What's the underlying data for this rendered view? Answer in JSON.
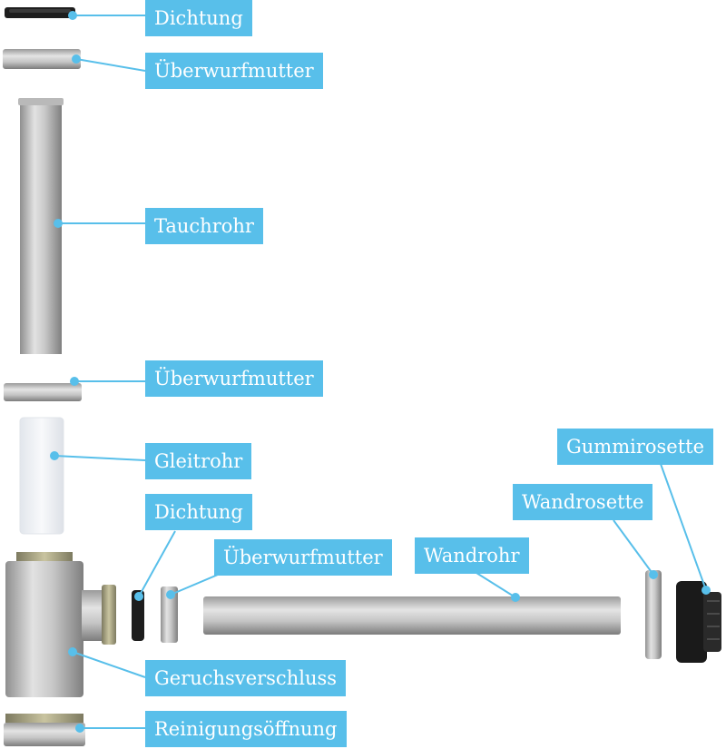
{
  "colors": {
    "label_bg": "#58bfea",
    "label_text": "#ffffff",
    "leader_line": "#58bfea",
    "metal_light": "#d2d2d2",
    "metal_dark": "#8a8a8a",
    "gasket": "#1d1d1d",
    "plastic": "#f2f4f7",
    "thread": "#a8a27d"
  },
  "labels": {
    "dichtung_top": "Dichtung",
    "ueberwurfmutter_top": "Überwurfmutter",
    "tauchrohr": "Tauchrohr",
    "ueberwurfmutter_mid": "Überwurfmutter",
    "gleitrohr": "Gleitrohr",
    "dichtung_mid": "Dichtung",
    "ueberwurfmutter_side": "Überwurfmutter",
    "wandrohr": "Wandrohr",
    "wandrosette": "Wandrosette",
    "gummirosette": "Gummirosette",
    "geruchsverschluss": "Geruchsverschluss",
    "reinigungsoeffnung": "Reinigungsöffnung"
  }
}
